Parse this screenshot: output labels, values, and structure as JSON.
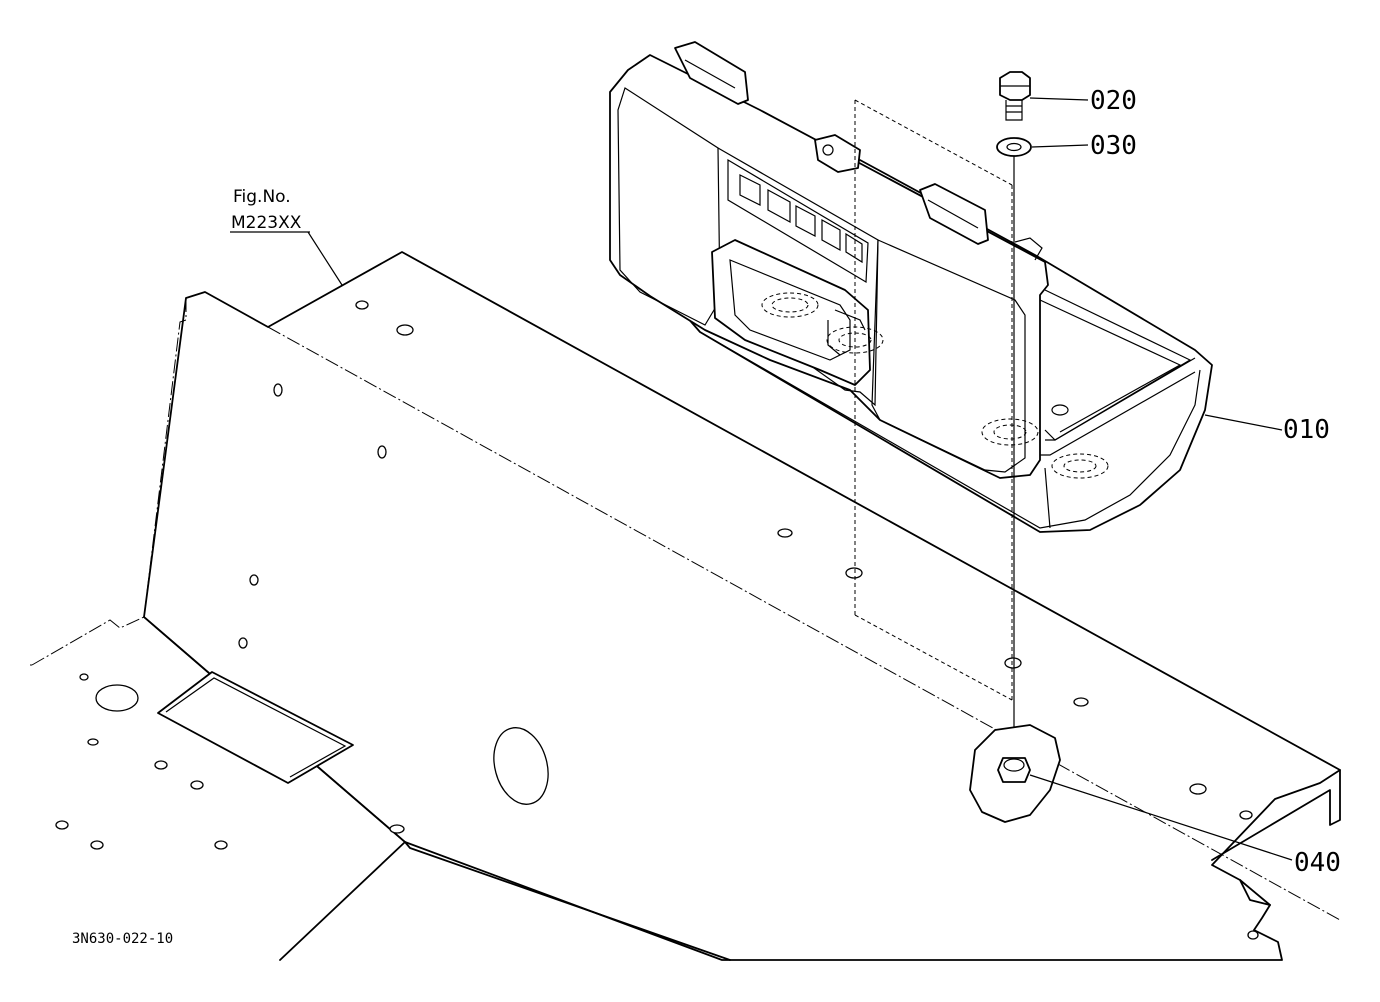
{
  "figure": {
    "fig_no_label": "Fig.No.",
    "fig_no_value": "M223XX",
    "drawing_code": "3N630-022-10"
  },
  "callouts": [
    {
      "id": "010",
      "label": "010"
    },
    {
      "id": "020",
      "label": "020"
    },
    {
      "id": "030",
      "label": "030"
    },
    {
      "id": "040",
      "label": "040"
    }
  ],
  "colors": {
    "line": "#000000",
    "background": "#ffffff"
  }
}
